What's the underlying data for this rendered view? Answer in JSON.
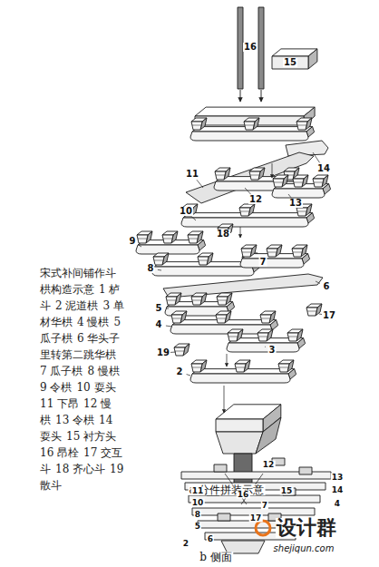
{
  "diagram": {
    "title": "宋式补间铺作斗栱构造示意",
    "labels": [
      "1 栌斗",
      "2 泥道栱",
      "3 单材华栱",
      "4 慢栱",
      "5 瓜子栱",
      "6 华头子里转第二跳华栱",
      "7 瓜子栱",
      "8 慢栱",
      "9 令栱",
      "10 耍头",
      "11 下昂",
      "12 慢栱",
      "13 令栱",
      "14 耍头",
      "15 衬方头",
      "16 昂栓",
      "17 交互斗",
      "18 齐心斗",
      "19 散斗",
      "16",
      "15",
      "14",
      "11",
      "12",
      "13",
      "10",
      "9",
      "8",
      "18",
      "7",
      "6",
      "5",
      "4",
      "17",
      "3",
      "19",
      "2",
      "a 分件拼装示意",
      "12",
      "13",
      "11",
      "16",
      "15",
      "14",
      "10",
      "8",
      "5",
      "7",
      "17",
      "4",
      "6",
      "2",
      "b 侧面",
      "设计群",
      "shejiqun.com"
    ]
  }
}
